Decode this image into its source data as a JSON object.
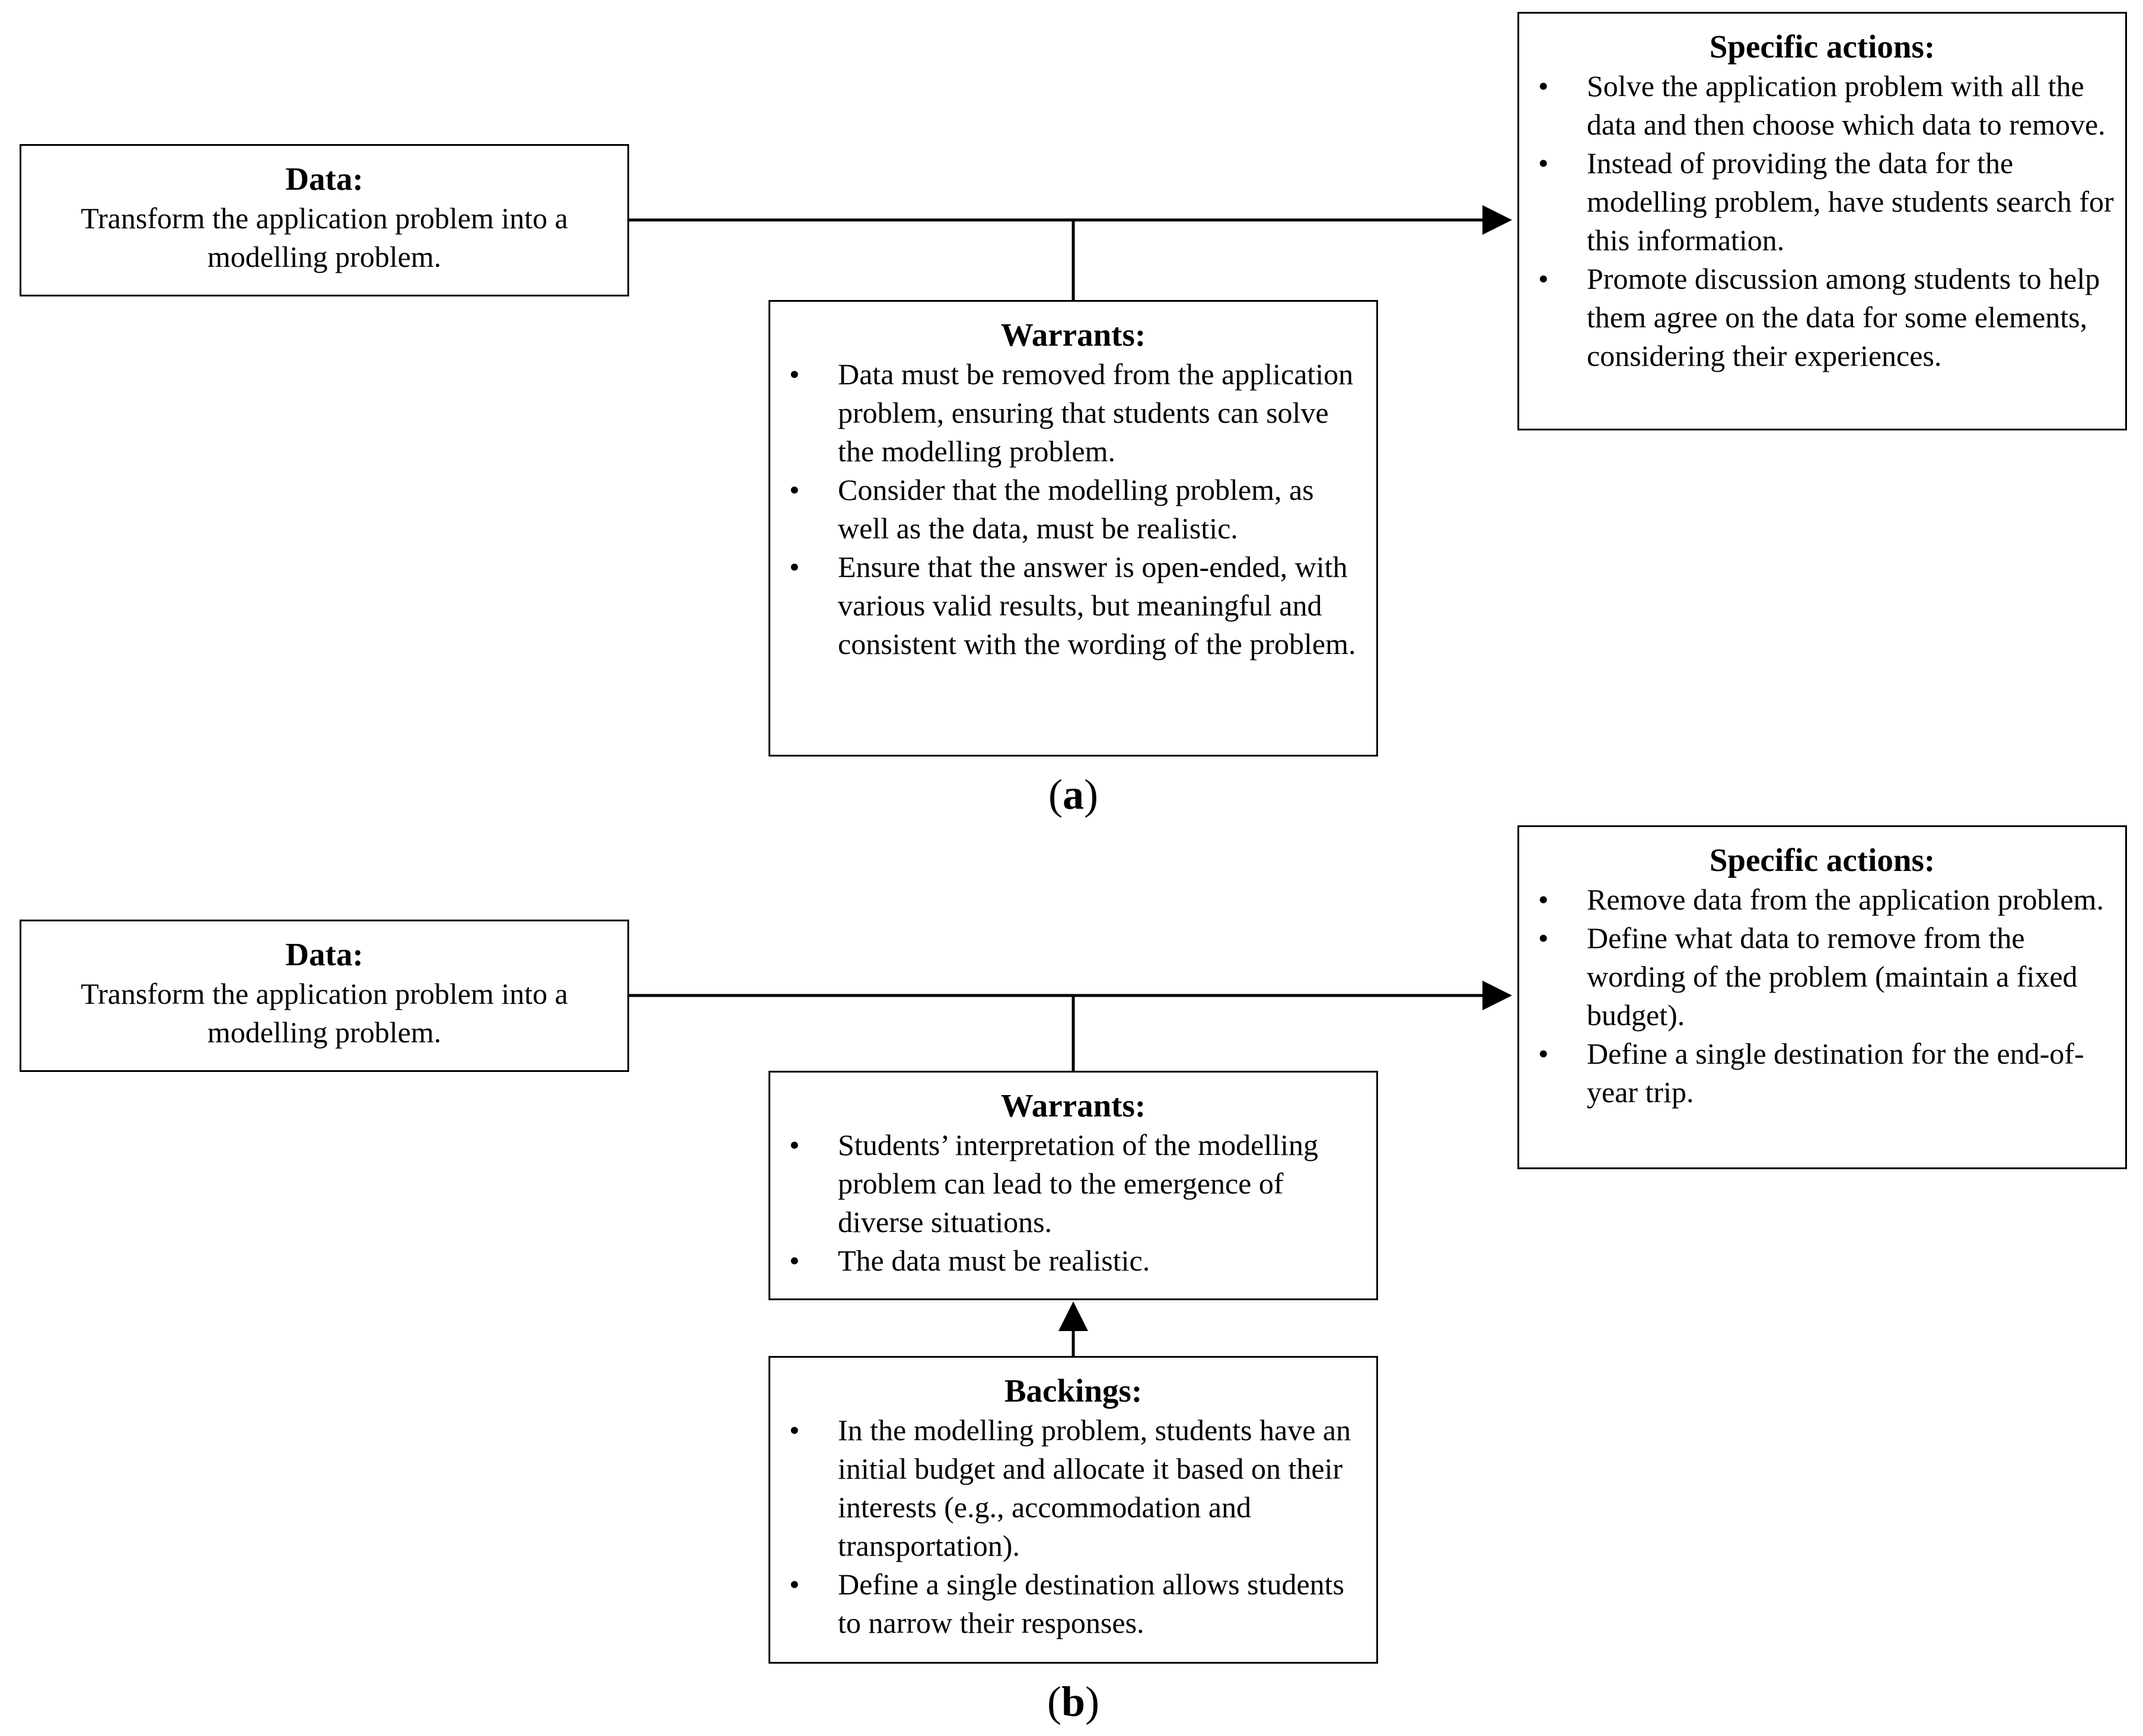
{
  "panel_a": {
    "label_open": "(",
    "label_letter": "a",
    "label_close": ")",
    "data_box": {
      "title": "Data:",
      "text": "Transform the application problem into a modelling problem."
    },
    "warrants_box": {
      "title": "Warrants:",
      "items": [
        "Data must be removed from the application problem, ensuring that students can solve the modelling problem.",
        "Consider that the modelling problem, as well as the data, must be realistic.",
        "Ensure that the answer is open-ended, with various valid results, but meaningful and consistent with the wording of the problem."
      ]
    },
    "actions_box": {
      "title": "Specific actions:",
      "items": [
        "Solve the application problem with all the data and then choose which data to remove.",
        "Instead of providing the data for the modelling problem, have students search for this information.",
        "Promote discussion among students to help them agree on the data for some elements, considering their experiences."
      ]
    }
  },
  "panel_b": {
    "label_open": "(",
    "label_letter": "b",
    "label_close": ")",
    "data_box": {
      "title": "Data:",
      "text": "Transform the application problem into a modelling problem."
    },
    "warrants_box": {
      "title": "Warrants:",
      "items": [
        "Students’ interpretation of the modelling problem can lead to the emergence of diverse situations.",
        "The data must be realistic."
      ]
    },
    "backings_box": {
      "title": "Backings:",
      "items": [
        "In the modelling problem, students have an initial budget and allocate it based on their interests (e.g., accommodation and transportation).",
        "Define a single destination allows students to narrow their responses."
      ]
    },
    "actions_box": {
      "title": "Specific actions:",
      "items": [
        "Remove data from the application problem.",
        "Define what data to remove from the wording of the problem (maintain a fixed budget).",
        "Define a single destination for the end-of-year trip."
      ]
    }
  }
}
